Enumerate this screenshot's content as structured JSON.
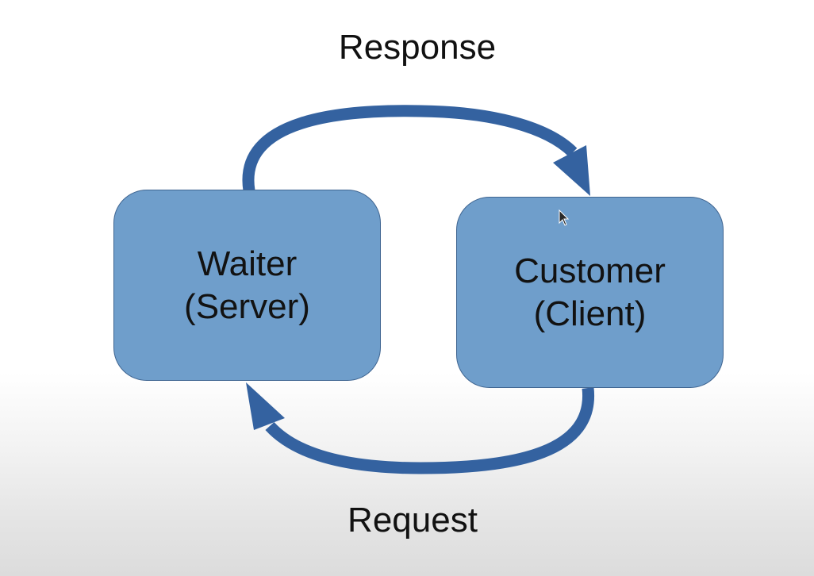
{
  "diagram": {
    "response_label": "Response",
    "request_label": "Request",
    "server_box": {
      "line1": "Waiter",
      "line2": "(Server)"
    },
    "client_box": {
      "line1": "Customer",
      "line2": "(Client)"
    }
  },
  "colors": {
    "box_fill": "#6f9ecb",
    "arrow": "#3462a0",
    "text": "#111111"
  },
  "icons": {
    "cursor": "mouse-pointer-icon"
  }
}
